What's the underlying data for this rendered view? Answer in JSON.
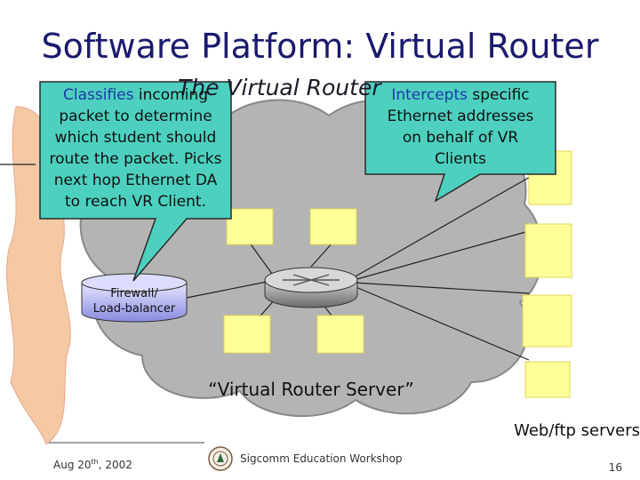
{
  "slide": {
    "title": "Software Platform: Virtual Router",
    "subtitle": "The Virtual Router"
  },
  "callouts": {
    "left": {
      "keyword": "Classifies",
      "rest": " incoming",
      "lines": [
        "packet to determine",
        "which student should",
        "route the packet. Picks",
        "next hop Ethernet DA",
        "to reach VR Client."
      ]
    },
    "right": {
      "keyword": "Intercepts",
      "rest": " specific",
      "lines": [
        "Ethernet addresses",
        "on behalf of VR",
        "Clients"
      ]
    }
  },
  "labels": {
    "firewall_line1": "Firewall/",
    "firewall_line2": "Load-balancer",
    "server": "“Virtual Router Server”",
    "web_servers": "Web/ftp servers"
  },
  "footer": {
    "date_prefix": "Aug 20",
    "date_suffix": "th",
    "date_year": ", 2002",
    "conference": "Sigcomm Education Workshop",
    "page_number": "16"
  },
  "colors": {
    "title": "#1a1a6e",
    "keyword": "#1c3aa8",
    "callout_fill": "#4dd0bf",
    "cloud_fill": "#b4b4b4",
    "computer_fill": "#ffff99",
    "internet_fill": "#f4c9a4"
  }
}
